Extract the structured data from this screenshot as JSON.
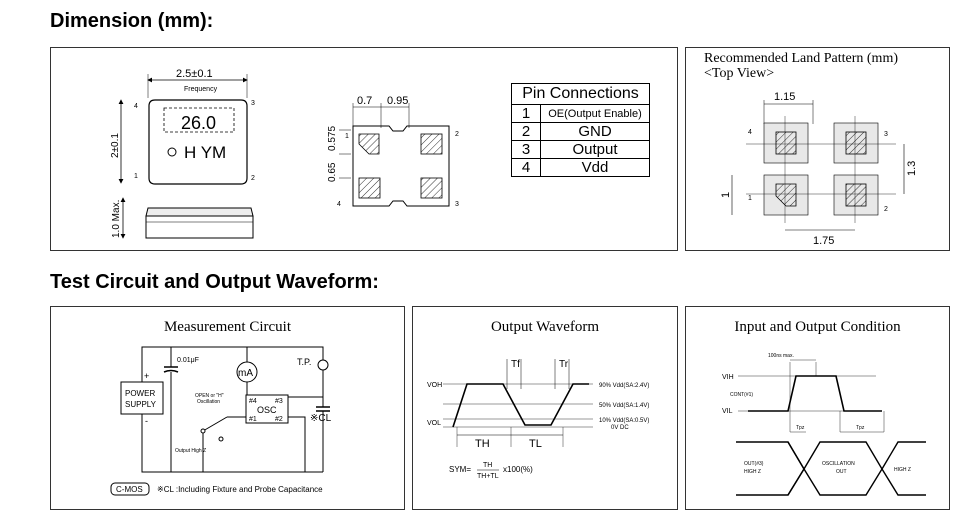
{
  "headings": {
    "dimension": "Dimension (mm):",
    "test": "Test Circuit and Output Waveform:"
  },
  "dimension": {
    "width_label": "2.5±0.1",
    "frequency_label": "Frequency",
    "freq_value": "26.0",
    "marking": "H YM",
    "height_label": "2±0.1",
    "thickness_label": "1.0 Max.",
    "pin_labels": [
      "1",
      "2",
      "3",
      "4"
    ],
    "pad_dims": {
      "d1": "0.7",
      "d2": "0.95",
      "v1": "0.575",
      "v2": "0.65"
    }
  },
  "pin_table": {
    "header": "Pin Connections",
    "rows": [
      {
        "num": "1",
        "fn": "OE(Output Enable)"
      },
      {
        "num": "2",
        "fn": "GND"
      },
      {
        "num": "3",
        "fn": "Output"
      },
      {
        "num": "4",
        "fn": "Vdd"
      }
    ]
  },
  "land": {
    "title1": "Recommended Land Pattern (mm)",
    "title2": "<Top View>",
    "d_top": "1.15",
    "d_right": "1.3",
    "d_left": "1",
    "d_bottom": "1.75"
  },
  "measurement": {
    "title": "Measurement Circuit",
    "cap": "0.01μF",
    "meter": "mA",
    "tp": "T.P.",
    "power1": "POWER",
    "power2": "SUPPLY",
    "plus": "+",
    "minus": "-",
    "osc": "OSC",
    "p4": "#4",
    "p3": "#3",
    "p1": "#1",
    "p2": "#2",
    "open1": "OPEN or \"H\"",
    "open2": "Oscillation",
    "out_high": "Output High Z",
    "cl": "※CL",
    "cmos": "C-MOS",
    "note": "※CL :Including Fixture and Probe Capacitance"
  },
  "waveform": {
    "title": "Output Waveform",
    "tf": "Tf",
    "tr": "Tr",
    "voh": "VOH",
    "vol": "VOL",
    "l90": "90% Vdd(SA:2.4V)",
    "l50": "50% Vdd(SA:1.4V)",
    "l10": "10% Vdd(SA:0.5V)",
    "l0": "0V DC",
    "th": "TH",
    "tl": "TL",
    "sym": "SYM=",
    "frac_num": "TH",
    "frac_den": "TH+TL",
    "mult": "x100(%)"
  },
  "condition": {
    "title": "Input and Output Condition",
    "maxlabel": "100ns max.",
    "vih": "VIH",
    "cont": "CONT(#1)",
    "vil": "VIL",
    "tpz": "Tpz",
    "tpz2": "Tpz",
    "out1": "OUT(#3)",
    "out2": "HIGH Z",
    "osc1": "OSCILLATION",
    "osc2": "OUT",
    "highz": "HIGH Z"
  }
}
